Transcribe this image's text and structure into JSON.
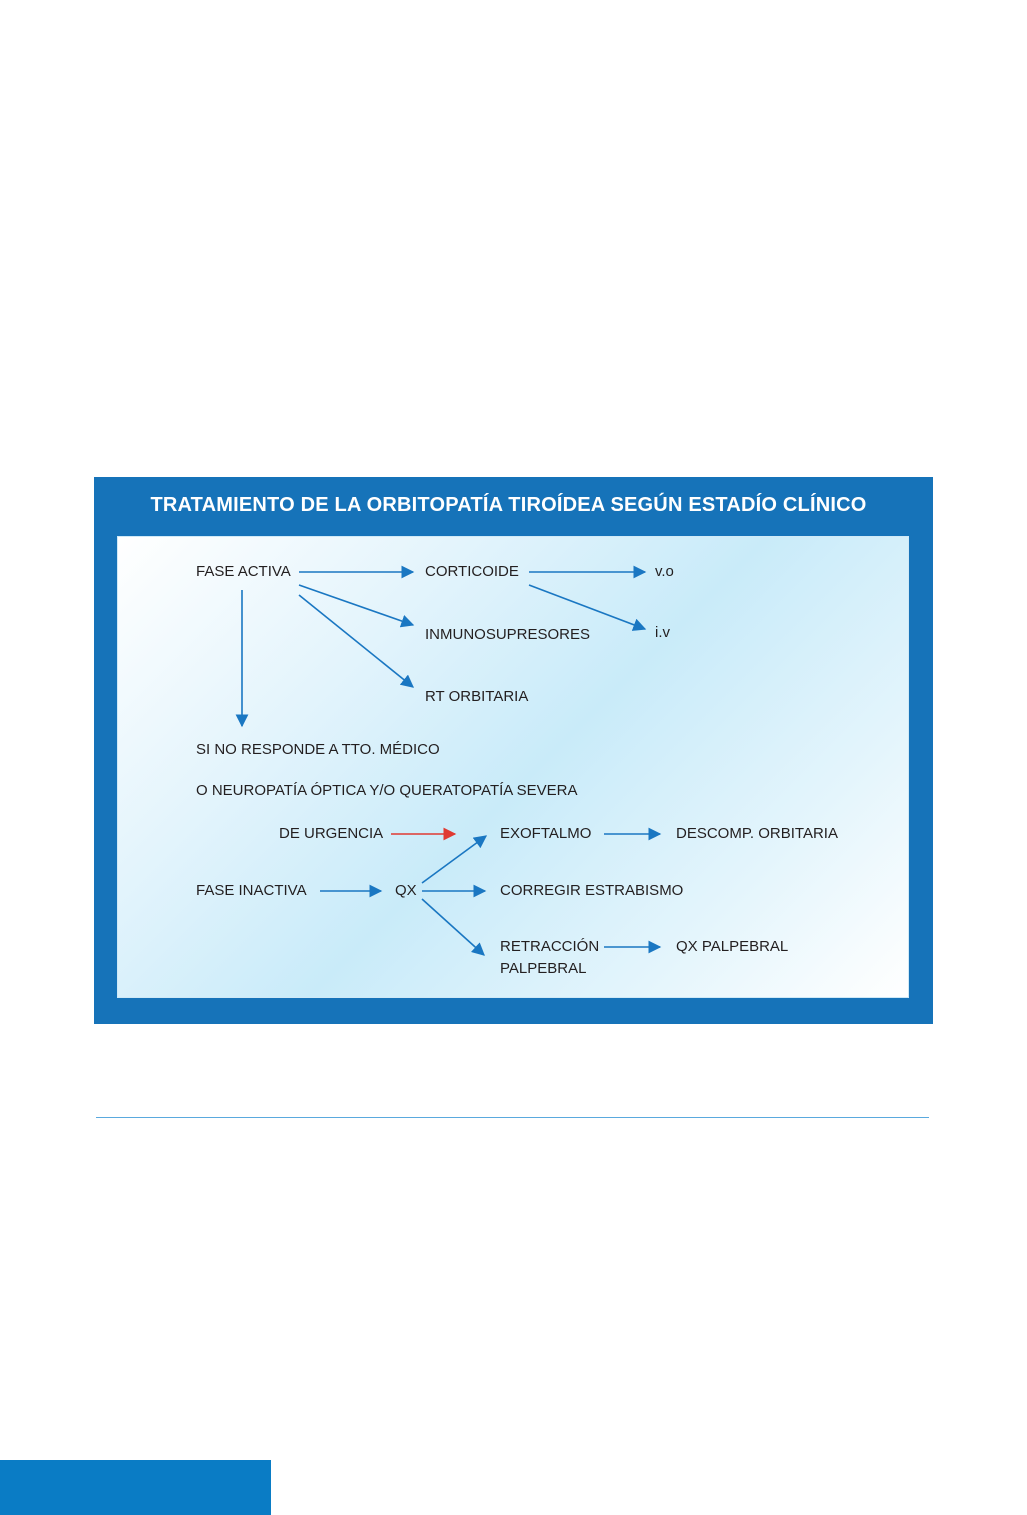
{
  "title": "TRATAMIENTO DE LA ORBITOPATÍA TIROÍDEA SEGÚN ESTADÍO CLÍNICO",
  "colors": {
    "panel": "#1673b9",
    "arrow": "#1a77c2",
    "urgent_arrow": "#e03a32",
    "text": "#231f20"
  },
  "nodes": {
    "fase_activa": "FASE ACTIVA",
    "corticoide": "CORTICOIDE",
    "vo": "v.o",
    "iv": "i.v",
    "inmunosupresores": "INMUNOSUPRESORES",
    "rt_orbitaria": "RT ORBITARIA",
    "si_no_responde": "SI NO RESPONDE A TTO. MÉDICO",
    "neuropatia": "O NEUROPATÍA ÓPTICA Y/O QUERATOPATÍA SEVERA",
    "de_urgencia": "DE URGENCIA",
    "exoftalmo": "EXOFTALMO",
    "descomp_orbitaria": "DESCOMP. ORBITARIA",
    "fase_inactiva": "FASE INACTIVA",
    "qx": "QX",
    "corregir_estrabismo": "CORREGIR ESTRABISMO",
    "retraccion_line1": "RETRACCIÓN",
    "retraccion_line2": "PALPEBRAL",
    "qx_palpebral": "QX PALPEBRAL"
  },
  "edges": [
    {
      "from": "FASE ACTIVA",
      "to": "CORTICOIDE"
    },
    {
      "from": "FASE ACTIVA",
      "to": "INMUNOSUPRESORES"
    },
    {
      "from": "FASE ACTIVA",
      "to": "RT ORBITARIA"
    },
    {
      "from": "FASE ACTIVA",
      "to": "SI NO RESPONDE A TTO. MÉDICO"
    },
    {
      "from": "CORTICOIDE",
      "to": "v.o"
    },
    {
      "from": "CORTICOIDE",
      "to": "i.v"
    },
    {
      "from": "DE URGENCIA",
      "to": "EXOFTALMO",
      "urgent": true
    },
    {
      "from": "EXOFTALMO",
      "to": "DESCOMP. ORBITARIA"
    },
    {
      "from": "FASE INACTIVA",
      "to": "QX"
    },
    {
      "from": "QX",
      "to": "EXOFTALMO"
    },
    {
      "from": "QX",
      "to": "CORREGIR ESTRABISMO"
    },
    {
      "from": "QX",
      "to": "RETRACCIÓN PALPEBRAL"
    },
    {
      "from": "RETRACCIÓN PALPEBRAL",
      "to": "QX PALPEBRAL"
    }
  ]
}
